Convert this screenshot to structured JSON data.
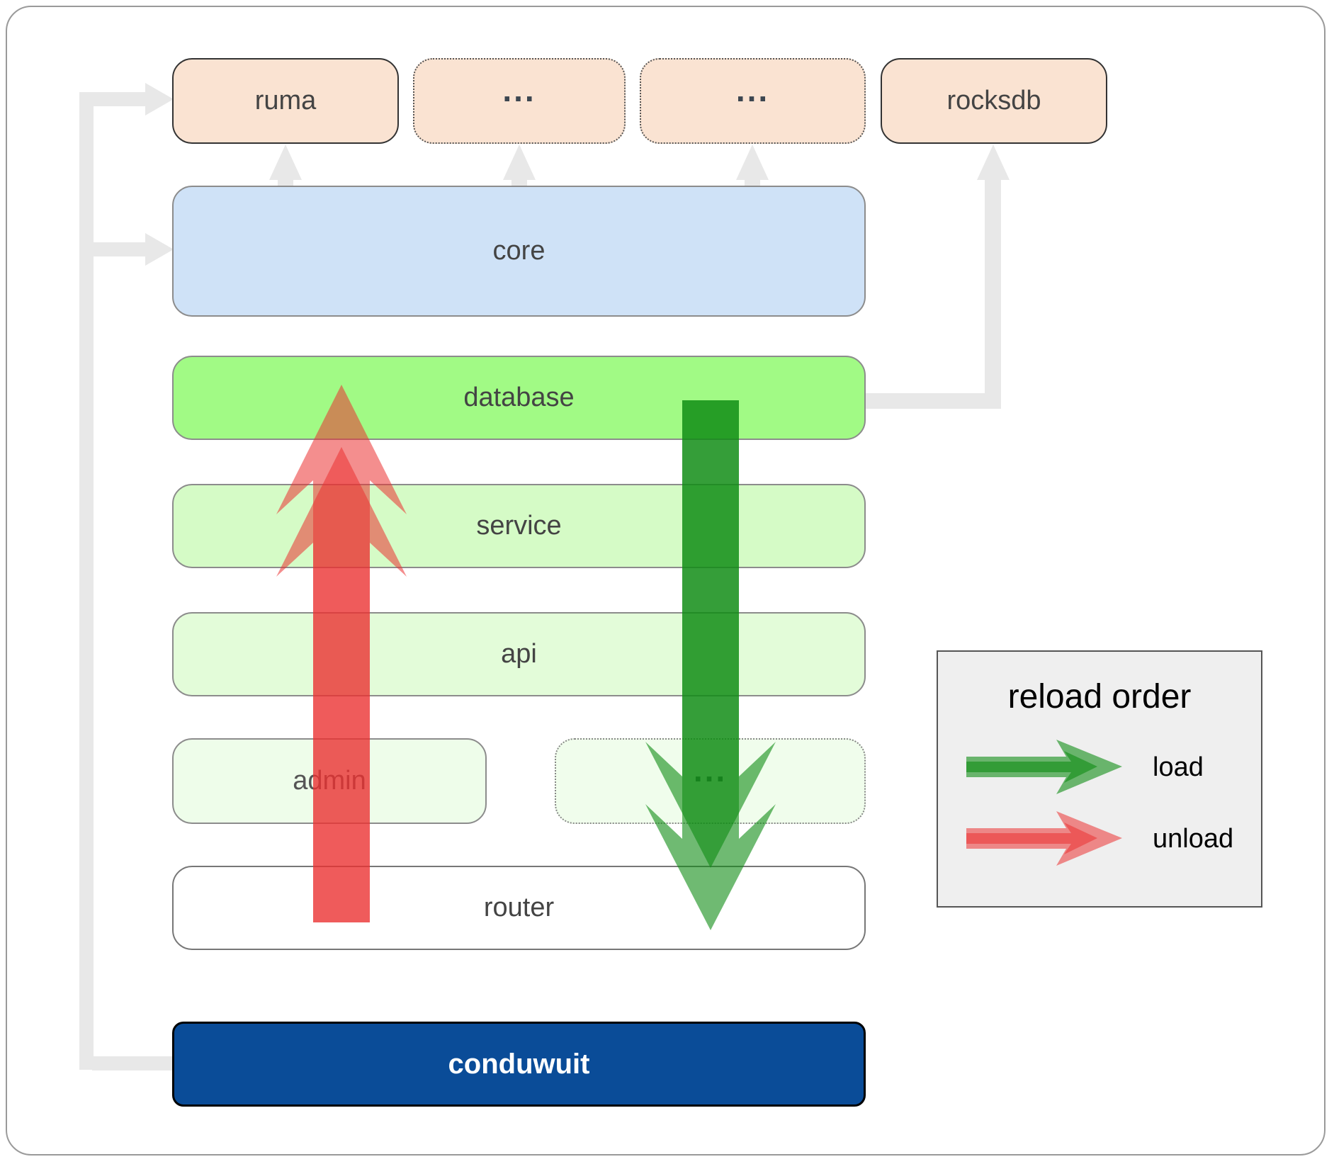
{
  "diagram": {
    "nodes": {
      "ruma": {
        "label": "ruma"
      },
      "top_etc_1": {
        "label": "..."
      },
      "top_etc_2": {
        "label": "..."
      },
      "rocksdb": {
        "label": "rocksdb"
      },
      "core": {
        "label": "core"
      },
      "database": {
        "label": "database"
      },
      "service": {
        "label": "service"
      },
      "api": {
        "label": "api"
      },
      "admin": {
        "label": "admin"
      },
      "admin_etc": {
        "label": "..."
      },
      "router": {
        "label": "router"
      },
      "conduwuit": {
        "label": "conduwuit"
      }
    },
    "legend": {
      "title": "reload order",
      "items": [
        {
          "label": "load"
        },
        {
          "label": "unload"
        }
      ]
    },
    "colors": {
      "load_arrow": "rgba(15,140,20,0.6)",
      "unload_arrow": "rgba(235,50,50,0.55)",
      "connector": "#e8e8e8",
      "node_peach": "#fae3d2",
      "node_core": "#cfe2f7",
      "node_database": "#a1fa85",
      "node_service": "#d5fbc6",
      "node_api": "#e3fcd9",
      "node_admin": "#eefdea",
      "node_admin_etc": "#f0fdec",
      "node_router": "#ffffff",
      "node_conduwuit": "#0a4c98",
      "legend_bg": "#efefef"
    }
  }
}
